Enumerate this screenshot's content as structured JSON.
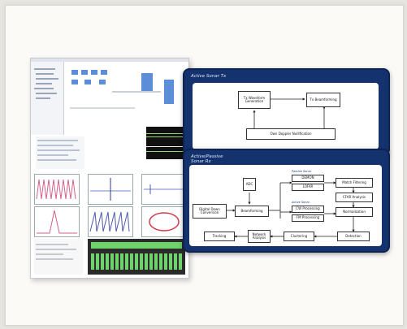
{
  "tx_panel": {
    "title": "Active Sonar Tx",
    "blocks": {
      "waveform": "Tx Waveform Generation",
      "beamforming": "Tx Beamforming",
      "doppler": "Own Doppler Nullification"
    }
  },
  "rx_panel": {
    "title": "Active/Passive Sonar Rx",
    "blocks": {
      "adc": "ADC",
      "ddc": "Digital Down Conversion",
      "beamforming": "Beamforming",
      "demon": "DEMON",
      "lofar": "LOFAR",
      "cw": "CW Processing",
      "fm": "FM Processing",
      "match": "Match Filtering",
      "cfar": "CFAR Analysis",
      "norm": "Normalization",
      "detection": "Detection",
      "clustering": "Clustering",
      "network": "Network Analysis",
      "tracking": "Tracking"
    },
    "labels": {
      "passive": "Passive Sonar",
      "active": "Active Sonar"
    }
  }
}
